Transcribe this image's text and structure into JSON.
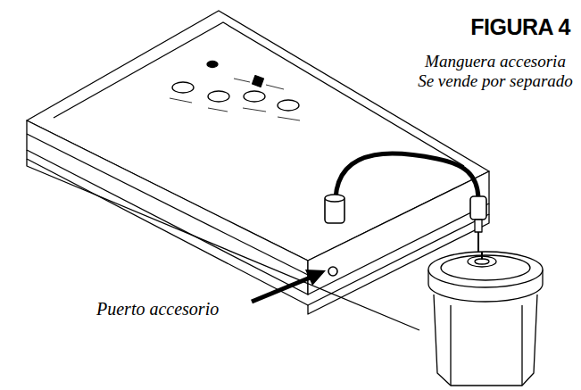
{
  "diagram": {
    "title": "FIGURA 4",
    "labels": [
      "Manguera accesoria",
      "Se vende por separado",
      "Puerto accesorio"
    ]
  }
}
